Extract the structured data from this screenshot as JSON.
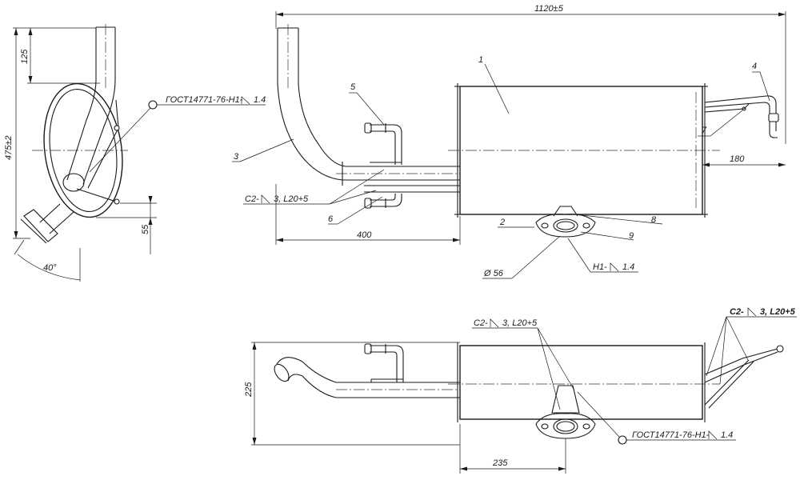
{
  "dimensions": {
    "total_length": "1120±5",
    "height_left": "475±2",
    "top_offset": "125",
    "bottom_offset": "55",
    "angle": "40°",
    "inlet_length": "400",
    "outlet_length": "180",
    "bottom_height": "225",
    "bracket_offset": "235",
    "flange_diameter": "Ø 56"
  },
  "callouts": {
    "c1": "1",
    "c2": "2",
    "c3": "3",
    "c4": "4",
    "c5": "5",
    "c6": "6",
    "c7": "7",
    "c8": "8",
    "c9": "9"
  },
  "weld_notes": {
    "gost_top": "ГОСТ14771-76-Н1-",
    "gost_top_leg": "1.4",
    "c2_front": "С2-",
    "c2_front_spec": "3, L20+5",
    "h1_front": "Н1-",
    "h1_front_leg": "1.4",
    "c2_bottom_mid": "С2-",
    "c2_bottom_mid_spec": "3, L20+5",
    "c2_bottom_right": "С2-",
    "c2_bottom_right_spec": "3, L20+5",
    "gost_bottom": "ГОСТ14771-76-Н1-",
    "gost_bottom_leg": "1.4"
  }
}
